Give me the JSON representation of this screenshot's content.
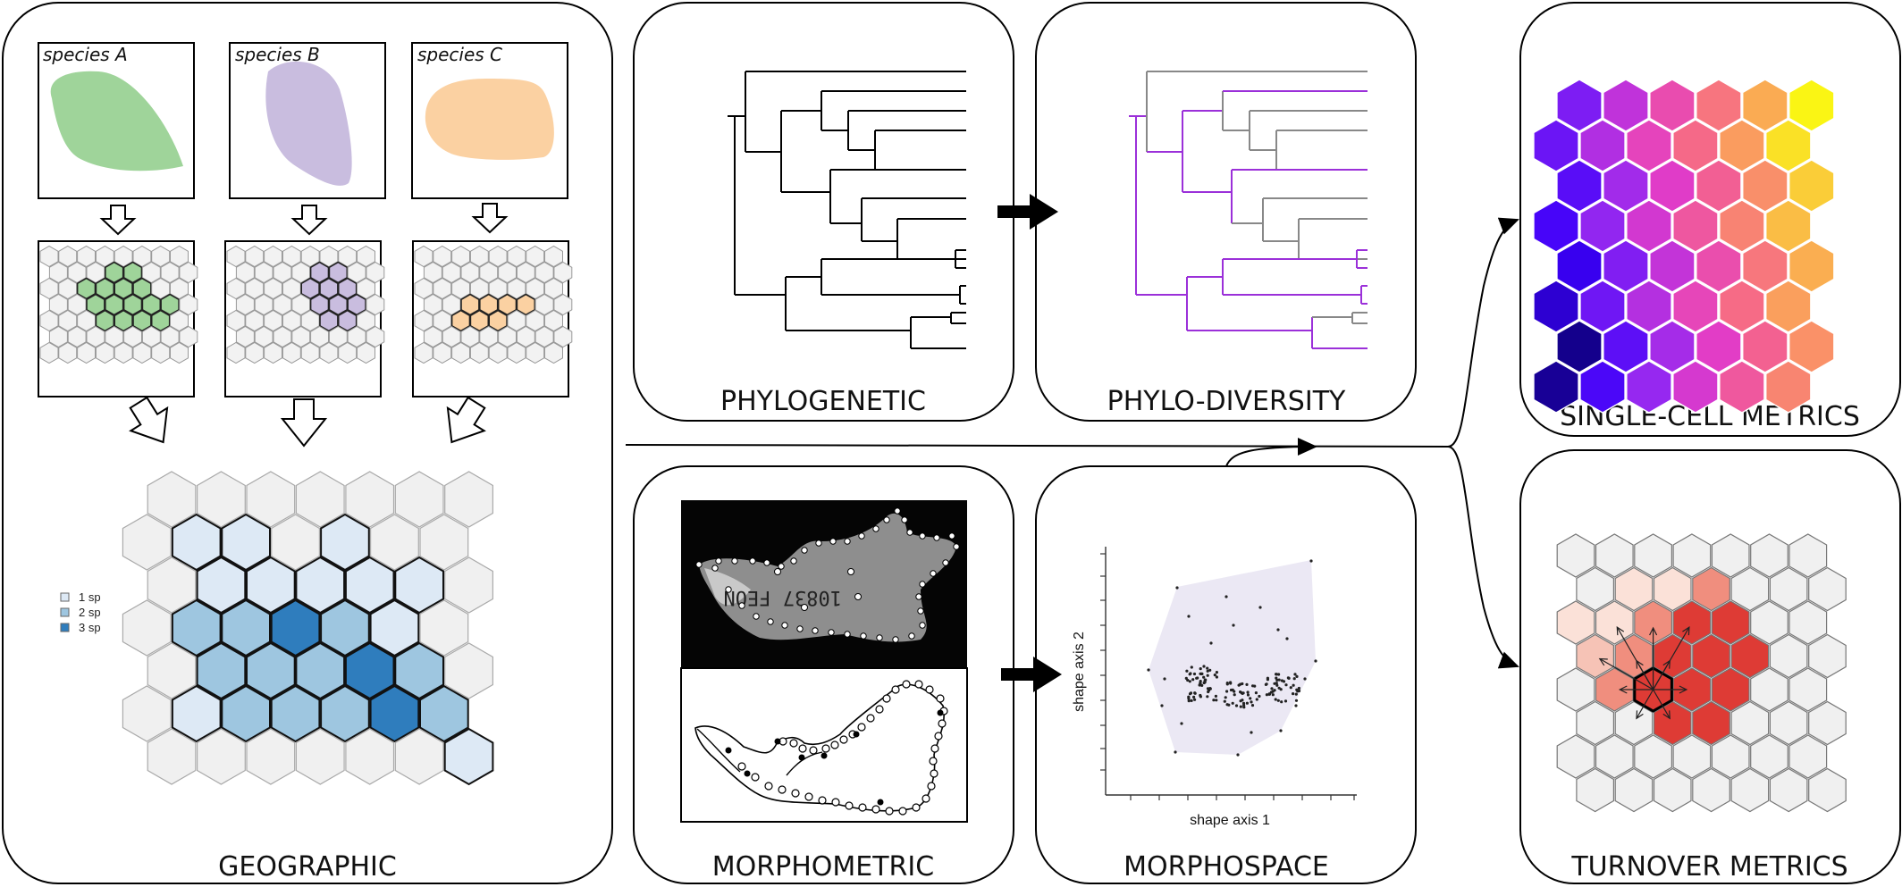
{
  "panels": {
    "geographic": "GEOGRAPHIC",
    "phylogenetic": "PHYLOGENETIC",
    "phylo_diversity": "PHYLO-DIVERSITY",
    "morphometric": "MORPHOMETRIC",
    "morphospace": "MORPHOSPACE",
    "single_cell": "SINGLE-CELL METRICS",
    "turnover": "TURNOVER METRICS"
  },
  "species": [
    {
      "label": "species A",
      "color": "#9fd49a"
    },
    {
      "label": "species B",
      "color": "#c9bddf"
    },
    {
      "label": "species C",
      "color": "#fbd1a2"
    }
  ],
  "legend": [
    {
      "label": "1 sp",
      "color": "#dde9f5"
    },
    {
      "label": "2 sp",
      "color": "#9ec6e0"
    },
    {
      "label": "3 sp",
      "color": "#2f7dbd"
    }
  ],
  "morphospace_axes": {
    "x": "shape axis 1",
    "y": "shape axis 2"
  },
  "specimen_label": "10837 FEON",
  "colors": {
    "phylo_highlight": "#9b30d9",
    "turnover_core": "#de3b35",
    "turnover_mid": "#f08e7e",
    "turnover_light": "#fbe1d8",
    "hull_fill": "#ebe8f4"
  }
}
